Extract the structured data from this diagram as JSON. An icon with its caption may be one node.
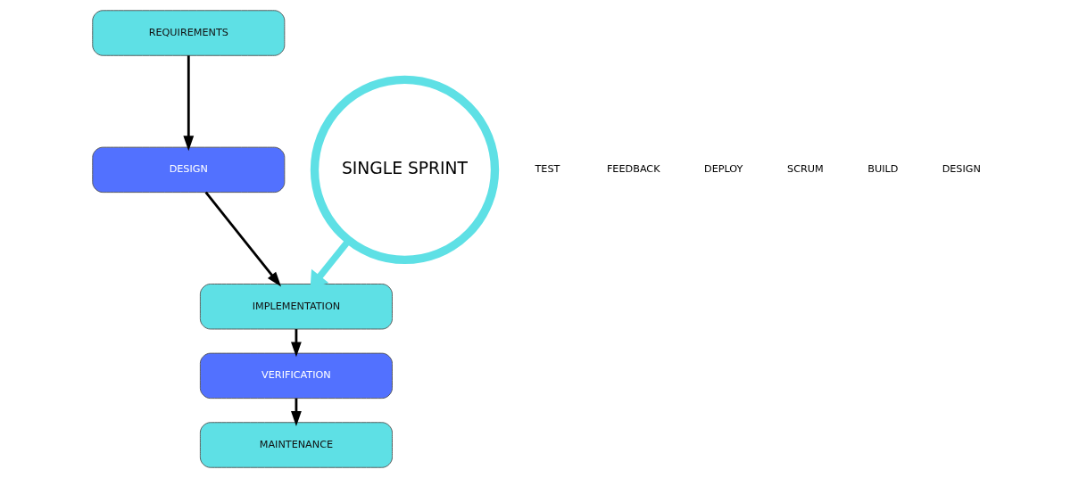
{
  "diagram": {
    "nodes": [
      {
        "text": [
          "REQUIREMENTS"
        ]
      },
      {
        "text": [
          "DESIGN"
        ]
      },
      {
        "text": [
          "IMPLEMENTATION"
        ]
      },
      {
        "text": [
          "VERIFICATION"
        ]
      },
      {
        "text": [
          "MAINTENANCE"
        ]
      },
      {
        "text": [
          "SINGLE SPRINT"
        ]
      }
    ],
    "edges": [
      {
        "from": 0,
        "to": 1,
        "arrow": "to"
      },
      {
        "from": 1,
        "to": 2,
        "arrow": "to"
      },
      {
        "from": 2,
        "to": 3,
        "arrow": "to"
      },
      {
        "from": 3,
        "to": 4,
        "arrow": "to"
      },
      {
        "from": 5,
        "to": 2,
        "arrow": "to",
        "style": "thick",
        "color": "#5ee0e5"
      }
    ],
    "labels": [
      "TEST",
      "FEEDBACK",
      "DEPLOY",
      "SCRUM",
      "BUILD",
      "DESIGN"
    ]
  }
}
